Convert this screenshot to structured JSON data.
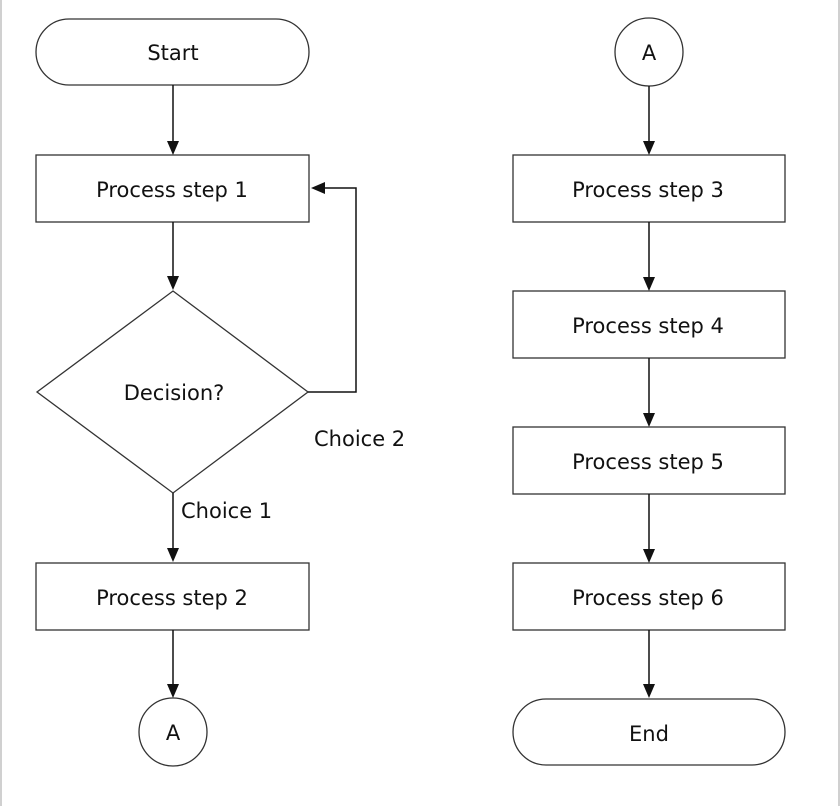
{
  "diagram": {
    "left_column": {
      "start": "Start",
      "process_step_1": "Process step 1",
      "decision": "Decision?",
      "choice_1": "Choice 1",
      "choice_2": "Choice 2",
      "process_step_2": "Process step 2",
      "connector_out": "A"
    },
    "right_column": {
      "connector_in": "A",
      "process_step_3": "Process step 3",
      "process_step_4": "Process step 4",
      "process_step_5": "Process step 5",
      "process_step_6": "Process step 6",
      "end": "End"
    }
  }
}
